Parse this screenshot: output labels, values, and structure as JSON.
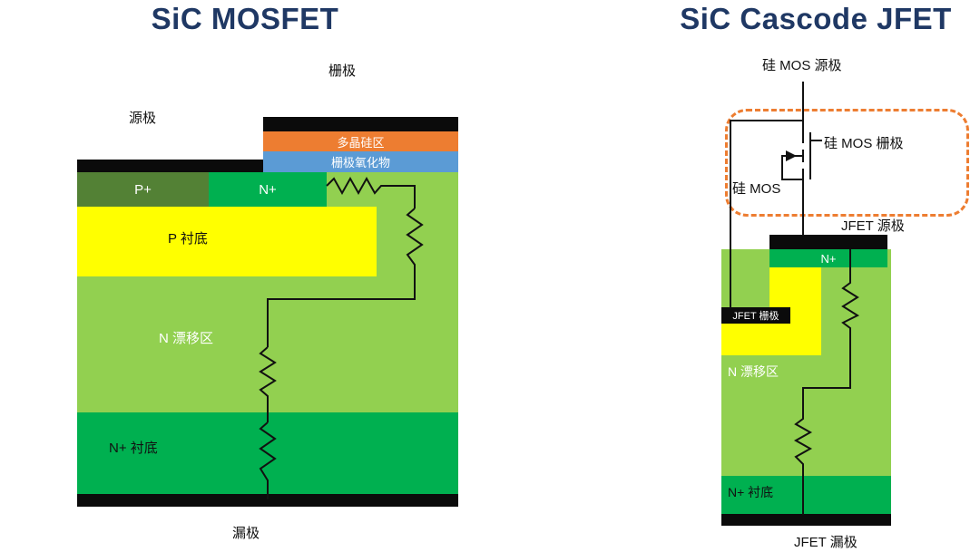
{
  "colors": {
    "title_navy": "#1F3864",
    "polysilicon_orange": "#ED7D31",
    "oxide_blue": "#5B9BD5",
    "metal_black": "#0B0B0B",
    "body_green": "#92D050",
    "substrate_green": "#00B050",
    "p_plus_green": "#538135",
    "p_region_yellow": "#FFFF00",
    "dashed_outline_orange": "#ED7D31",
    "wire_black": "#111111"
  },
  "mosfet": {
    "title": "SiC MOSFET",
    "labels": {
      "gate": "栅极",
      "source": "源极",
      "drain": "漏极",
      "polysilicon": "多晶硅区",
      "gate_oxide": "栅极氧化物",
      "p_plus": "P+",
      "n_plus": "N+",
      "p_substrate": "P 衬底",
      "n_drift": "N 漂移区",
      "n_substrate": "N+ 衬底"
    }
  },
  "cascode": {
    "title": "SiC Cascode JFET",
    "labels": {
      "si_mos_source": "硅 MOS 源极",
      "si_mos_gate": "硅 MOS 栅极",
      "si_mos": "硅 MOS",
      "jfet_source": "JFET 源极",
      "jfet_gate": "JFET 栅极",
      "n_plus": "N+",
      "n_drift": "N 漂移区",
      "n_substrate": "N+ 衬底",
      "jfet_drain": "JFET 漏极"
    }
  }
}
